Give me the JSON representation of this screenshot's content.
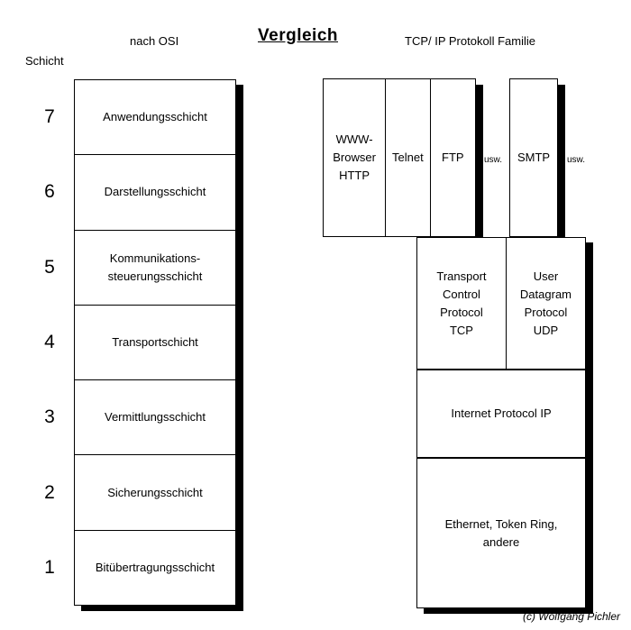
{
  "title": "Vergleich",
  "left_header": "nach OSI",
  "right_header": "TCP/ IP Protokoll Familie",
  "schicht_label": "Schicht",
  "colors": {
    "background": "#ffffff",
    "line": "#000000",
    "text": "#000000"
  },
  "osi_layers": [
    {
      "num": "7",
      "label": "Anwendungsschicht"
    },
    {
      "num": "6",
      "label": "Darstellungsschicht"
    },
    {
      "num": "5",
      "label": "Kommunikations-\nsteuerungsschicht"
    },
    {
      "num": "4",
      "label": "Transportschicht"
    },
    {
      "num": "3",
      "label": "Vermittlungsschicht"
    },
    {
      "num": "2",
      "label": "Sicherungsschicht"
    },
    {
      "num": "1",
      "label": "Bitübertragungsschicht"
    }
  ],
  "tcpip": {
    "app_boxes": [
      "WWW-\nBrowser\nHTTP",
      "Telnet",
      "FTP"
    ],
    "usw1": "usw.",
    "smtp": "SMTP",
    "usw2": "usw.",
    "tcp": "Transport\nControl\nProtocol\nTCP",
    "udp": "User\nDatagram\nProtocol\nUDP",
    "ip": "Internet Protocol IP",
    "link": "Ethernet, Token Ring,\nandere"
  },
  "copyright": "(c) Wolfgang Pichler"
}
